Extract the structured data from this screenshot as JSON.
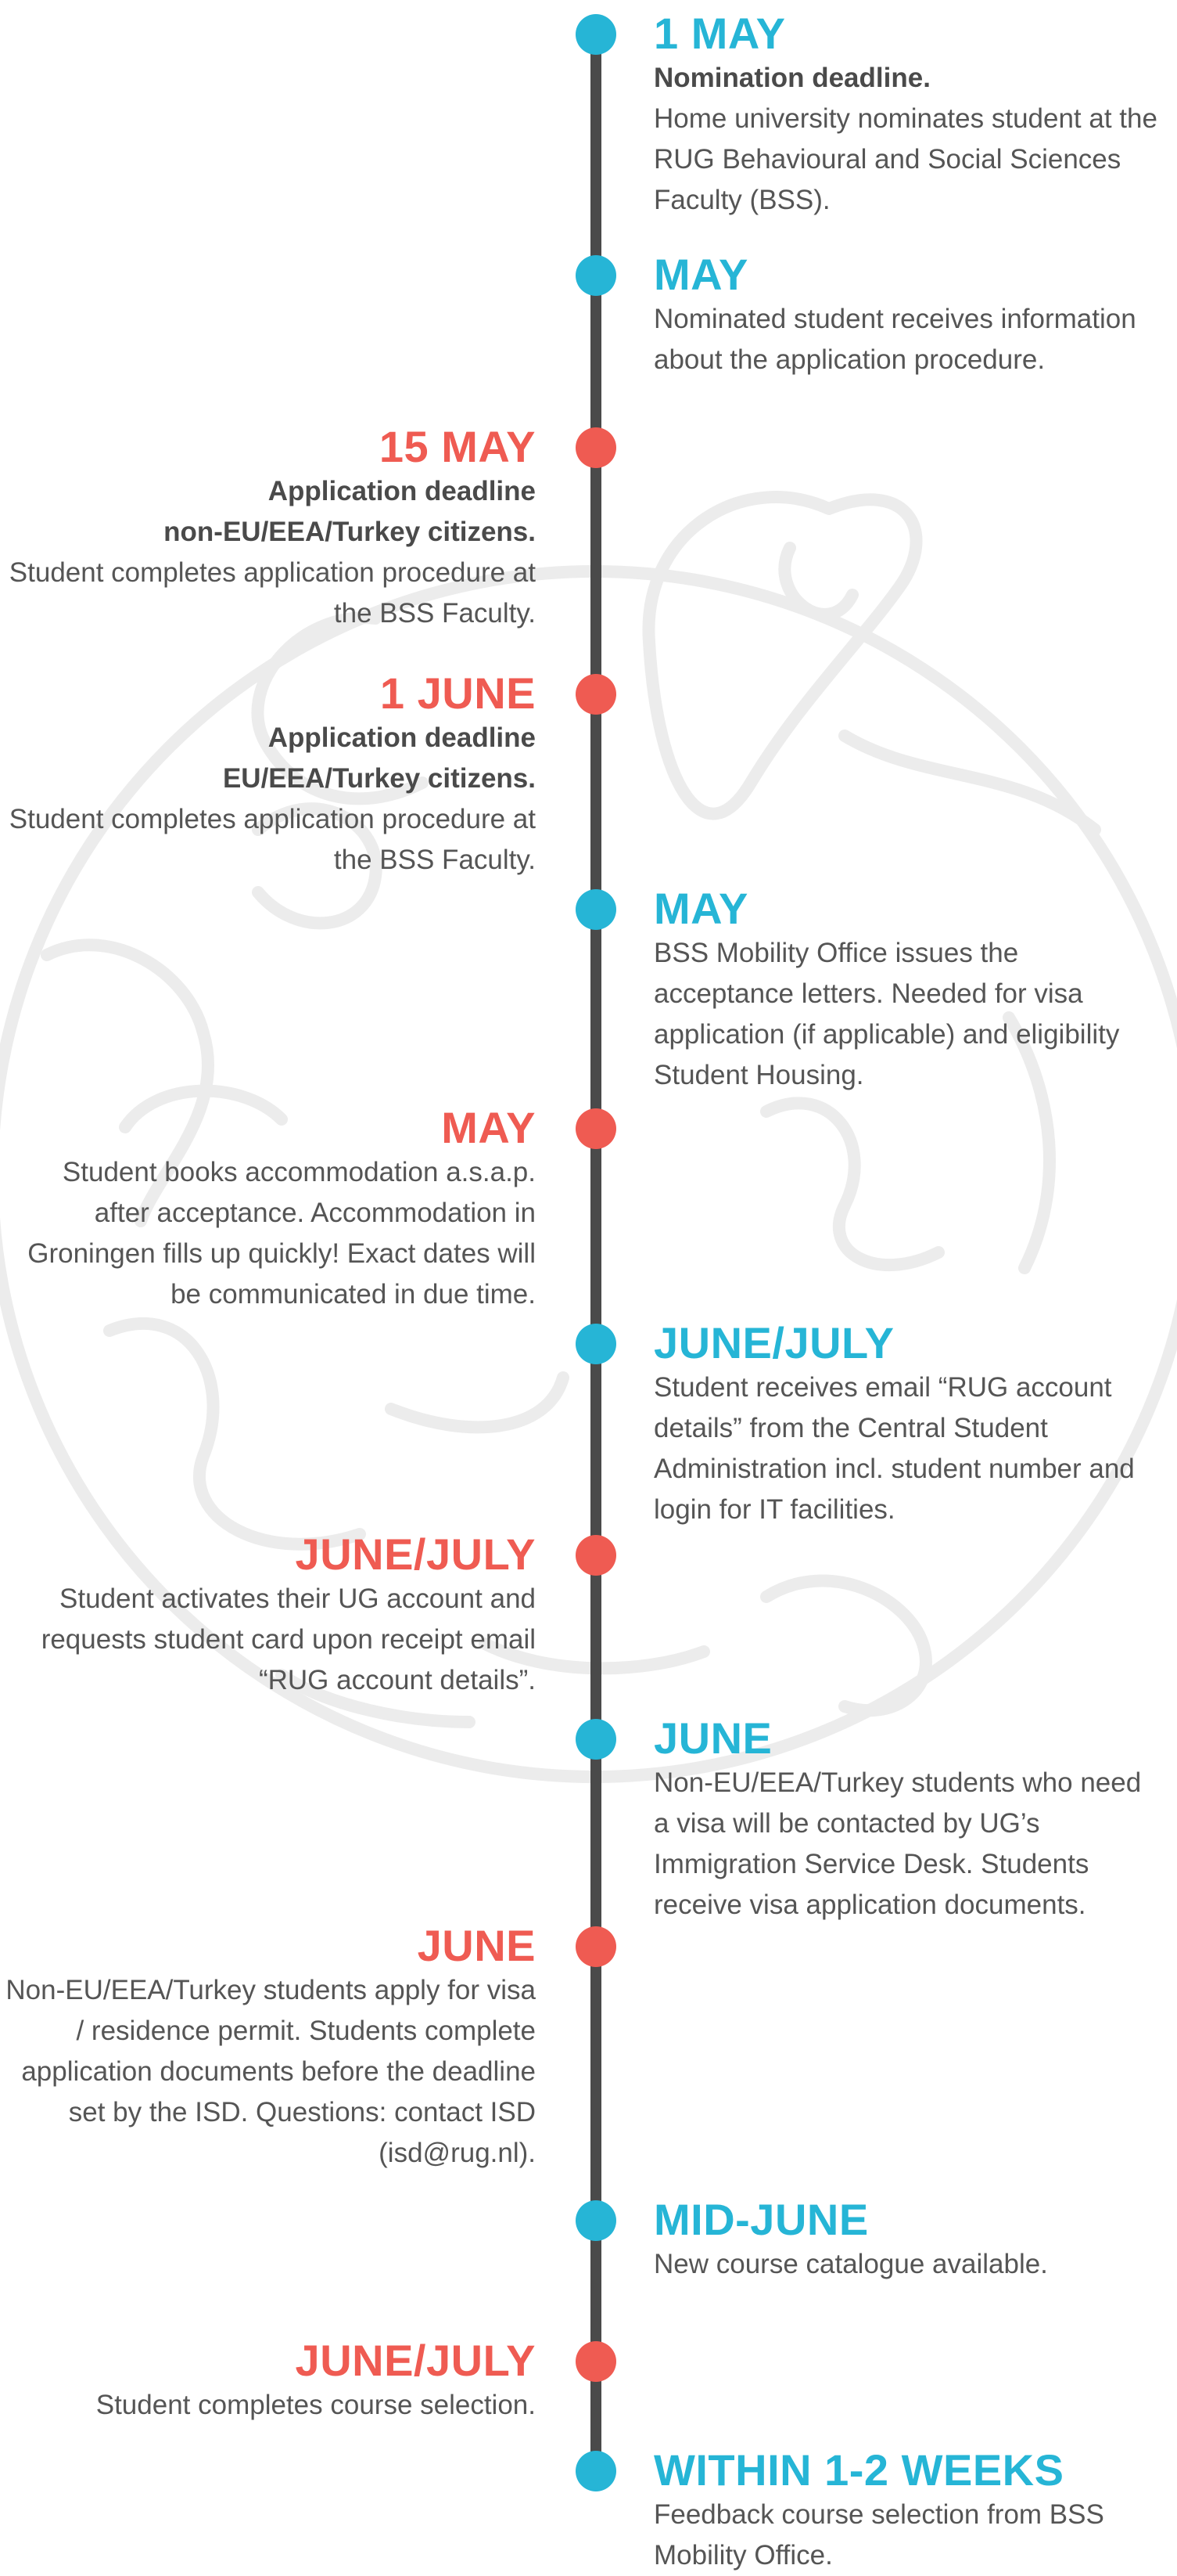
{
  "colors": {
    "blue": "#26b5d6",
    "red": "#ef5b52",
    "line": "#4a4a4a",
    "text": "#555555"
  },
  "background_art": "decorative-world-globe-outline",
  "events": [
    {
      "side": "right",
      "color": "blue",
      "date": "1 MAY",
      "bold": [
        "Nomination deadline."
      ],
      "text": "Home university nominates student at the RUG Behavioural and Social Sciences Faculty (BSS)."
    },
    {
      "side": "right",
      "color": "blue",
      "date": "MAY",
      "bold": [],
      "text": "Nominated student receives information about the application procedure."
    },
    {
      "side": "left",
      "color": "red",
      "date": "15 MAY",
      "bold": [
        "Application deadline",
        "non-EU/EEA/Turkey citizens."
      ],
      "text": "Student completes application procedure at the BSS Faculty."
    },
    {
      "side": "left",
      "color": "red",
      "date": "1 JUNE",
      "bold": [
        "Application deadline",
        "EU/EEA/Turkey citizens."
      ],
      "text": "Student completes application procedure at the BSS Faculty."
    },
    {
      "side": "right",
      "color": "blue",
      "date": "MAY",
      "bold": [],
      "text": "BSS Mobility Office issues the acceptance letters. Needed for visa application (if applicable) and eligibility Student Housing."
    },
    {
      "side": "left",
      "color": "red",
      "date": "MAY",
      "bold": [],
      "text": "Student books accommodation a.s.a.p. after acceptance. Accommodation in Groningen fills up quickly! Exact dates will be communicated in due time."
    },
    {
      "side": "right",
      "color": "blue",
      "date": "JUNE/JULY",
      "bold": [],
      "text": "Student receives email “RUG account details” from the Central Student Administration incl. student number and login for IT facilities."
    },
    {
      "side": "left",
      "color": "red",
      "date": "JUNE/JULY",
      "bold": [],
      "text": "Student activates their UG account and requests student card upon receipt email “RUG account details”."
    },
    {
      "side": "right",
      "color": "blue",
      "date": "JUNE",
      "bold": [],
      "text": "Non-EU/EEA/Turkey students who need a visa will be contacted by UG’s Immigration Service Desk. Students receive visa application documents."
    },
    {
      "side": "left",
      "color": "red",
      "date": "JUNE",
      "bold": [],
      "text": "Non-EU/EEA/Turkey students apply for visa / residence permit. Students complete application documents before the deadline set by the ISD. Questions: contact ISD (isd@rug.nl)."
    },
    {
      "side": "right",
      "color": "blue",
      "date": "MID-JUNE",
      "bold": [],
      "text": "New course catalogue available."
    },
    {
      "side": "left",
      "color": "red",
      "date": "JUNE/JULY",
      "bold": [],
      "text": "Student completes course selection."
    },
    {
      "side": "right",
      "color": "blue",
      "date": "WITHIN 1-2 WEEKS",
      "bold": [],
      "text": "Feedback course selection from BSS Mobility Office."
    }
  ]
}
